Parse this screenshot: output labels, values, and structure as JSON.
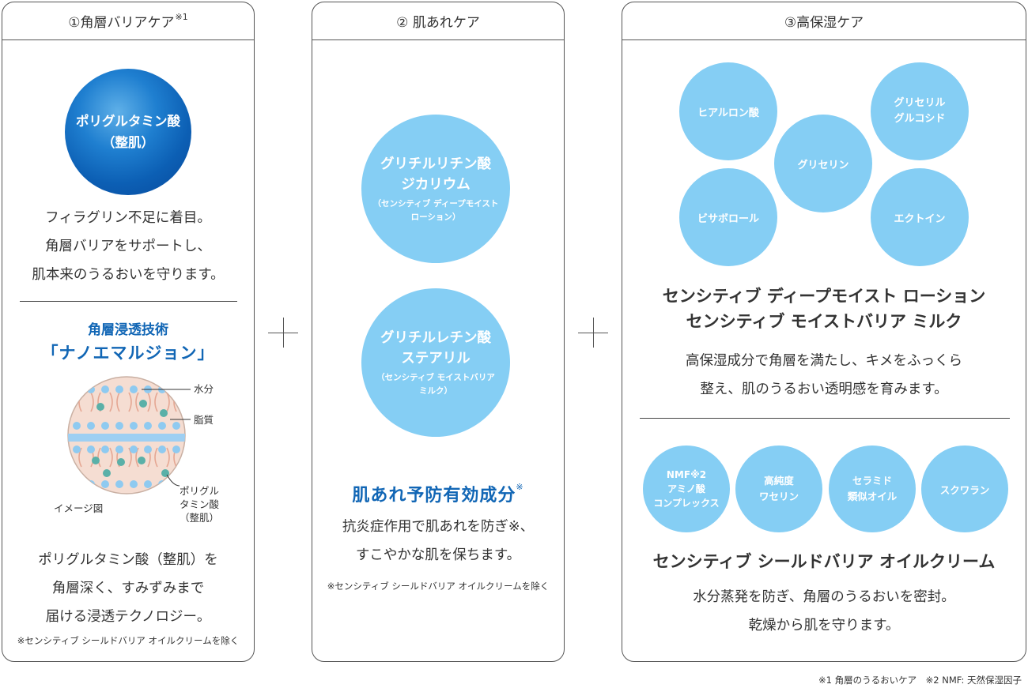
{
  "card1": {
    "header": "①角層バリアケア",
    "header_sup": "※1",
    "ingredient_line1": "ポリグルタミン酸",
    "ingredient_line2": "（整肌）",
    "desc": [
      "フィラグリン不足に着目。",
      "角層バリアをサポートし、",
      "肌本来のうるおいを守ります。"
    ],
    "tech_label": "角層浸透技術",
    "tech_name": "「ナノエマルジョン」",
    "diagram": {
      "water": "水分",
      "lipid": "脂質",
      "poly": [
        "ポリグル",
        "タミン酸",
        "（整肌）"
      ],
      "image_caption": "イメージ図"
    },
    "desc2": [
      "ポリグルタミン酸（整肌）を",
      "角層深く、すみずみまで",
      "届ける浸透テクノロジー。"
    ],
    "note": "※センシティブ シールドバリア オイルクリームを除く"
  },
  "card2": {
    "header": "② 肌あれケア",
    "circle1": {
      "line1": "グリチルリチン酸",
      "line2": "ジカリウム",
      "sub1": "（センシティブ ディープモイスト",
      "sub2": "ローション）"
    },
    "circle2": {
      "line1": "グリチルレチン酸",
      "line2": "ステアリル",
      "sub1": "（センシティブ モイストバリア",
      "sub2": "ミルク）"
    },
    "title": "肌あれ予防有効成分",
    "title_sup": "※",
    "desc": [
      "抗炎症作用で肌あれを防ぎ※、",
      "すこやかな肌を保ちます。"
    ],
    "note": "※センシティブ シールドバリア オイルクリームを除く"
  },
  "card3": {
    "header": "③高保湿ケア",
    "circles_top": {
      "hyaluronic": "ヒアルロン酸",
      "glyceryl1": "グリセリル",
      "glyceryl2": "グルコシド",
      "glycerin": "グリセリン",
      "bisabolol": "ビサボロール",
      "ectoin": "エクトイン"
    },
    "products1": [
      "センシティブ ディープモイスト ローション",
      "センシティブ モイストバリア ミルク"
    ],
    "desc1": [
      "高保湿成分で角層を満たし、キメをふっくら",
      "整え、肌のうるおい透明感を育みます。"
    ],
    "circles_bottom": {
      "nmf1": "NMF※2",
      "nmf2": "アミノ酸",
      "nmf3": "コンプレックス",
      "vaseline1": "高純度",
      "vaseline2": "ワセリン",
      "ceramide1": "セラミド",
      "ceramide2": "類似オイル",
      "squalane": "スクワラン"
    },
    "product2": "センシティブ シールドバリア オイルクリーム",
    "desc2": [
      "水分蒸発を防ぎ、角層のうるおいを密封。",
      "乾燥から肌を守ります。"
    ]
  },
  "footnote": "※1 角層のうるおいケア　※2 NMF: 天然保湿因子",
  "colors": {
    "accent_blue": "#1166b5",
    "light_blue": "#85cef4",
    "border": "#555555"
  }
}
